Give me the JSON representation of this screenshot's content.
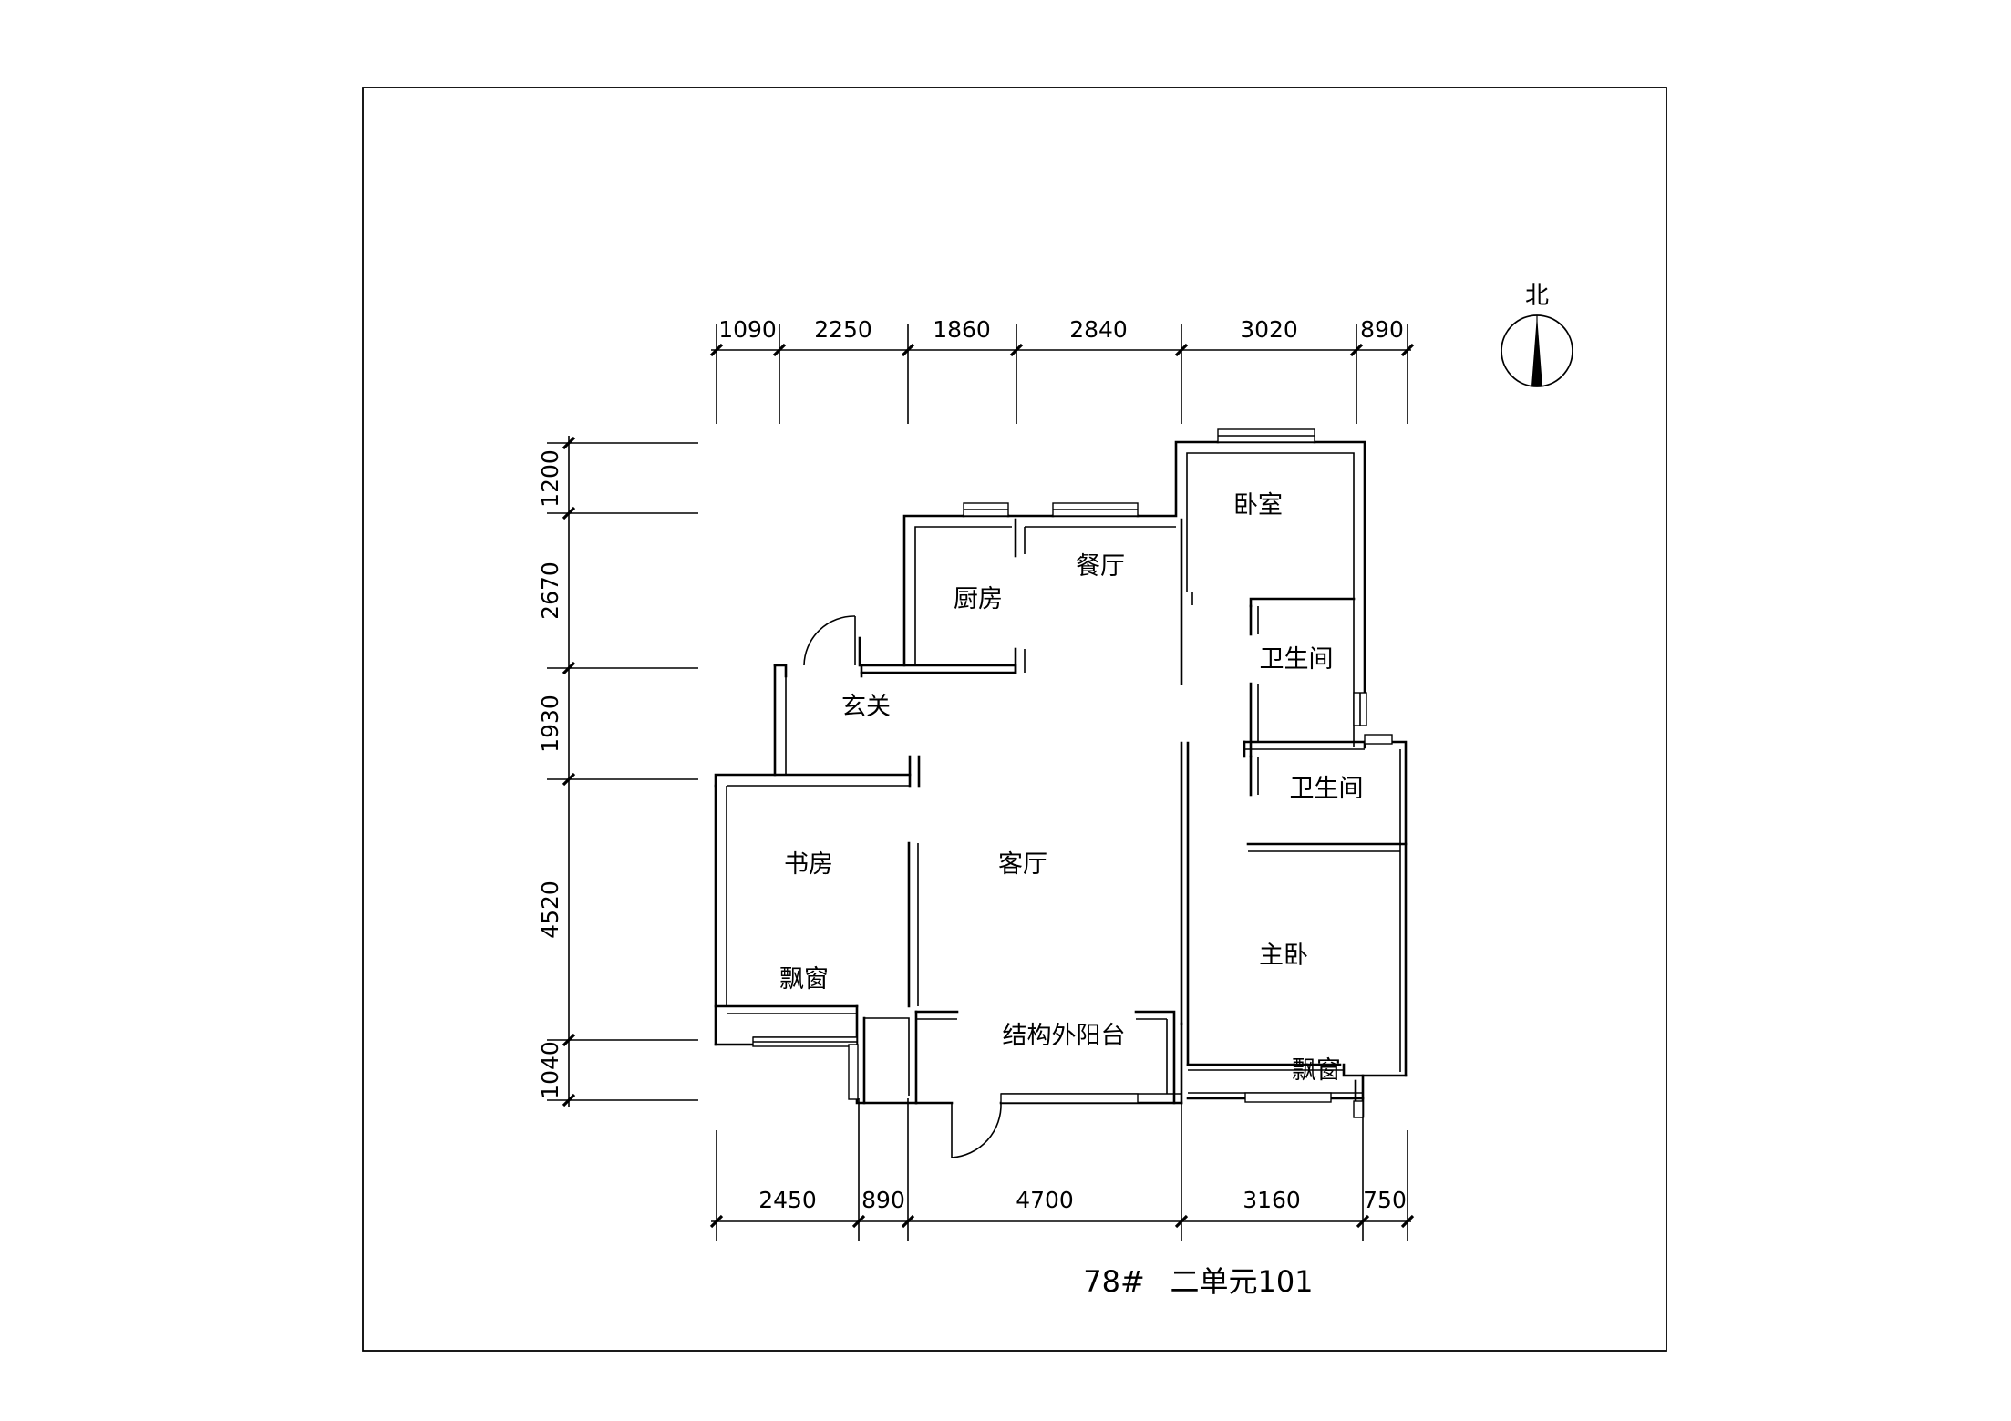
{
  "north_label": "北",
  "rooms": {
    "bedroom": "卧室",
    "kitchen": "厨房",
    "dining": "餐厅",
    "bathroom_1": "卫生间",
    "bathroom_2": "卫生间",
    "foyer": "玄关",
    "study": "书房",
    "living": "客厅",
    "master": "主卧",
    "bay_window_1": "飘窗",
    "bay_window_2": "飘窗",
    "balcony": "结构外阳台"
  },
  "dims_top": [
    "1090",
    "2250",
    "1860",
    "2840",
    "3020",
    "890"
  ],
  "dims_bottom": [
    "2450",
    "890",
    "4700",
    "3160",
    "750"
  ],
  "dims_left": [
    "1200",
    "2670",
    "1930",
    "4520",
    "1040"
  ],
  "title": {
    "building": "78#",
    "unit": "二单元101"
  }
}
